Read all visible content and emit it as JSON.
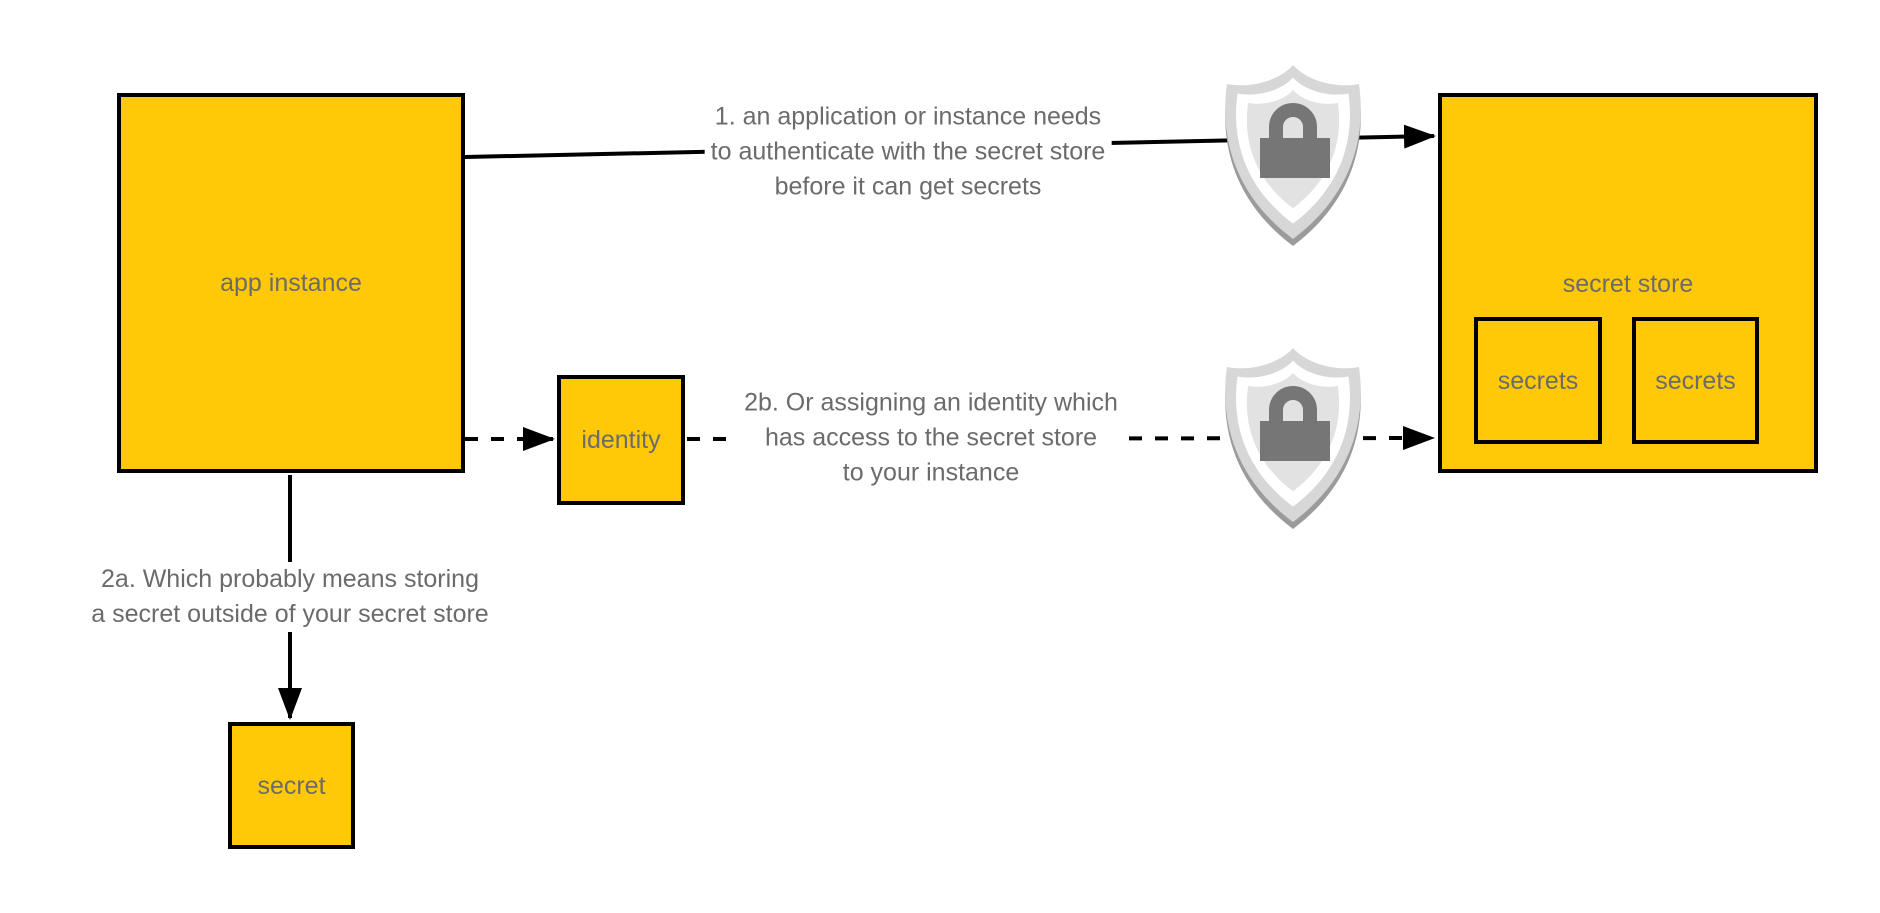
{
  "colors": {
    "background": "#FFFFFF",
    "box_fill": "#FFC907",
    "box_border": "#000000",
    "connector": "#000000",
    "label_text": "#6B6B6B",
    "shield_outer": "#D7D7D7",
    "shield_ring": "#FFFFFF",
    "shield_inner": "#E2E2E2",
    "shield_shadow": "#9B9B9B",
    "lock": "#767676"
  },
  "nodes": {
    "app_instance": {
      "label": "app instance"
    },
    "secret_store": {
      "label": "secret store"
    },
    "secrets_1": {
      "label": "secrets"
    },
    "secrets_2": {
      "label": "secrets"
    },
    "identity": {
      "label": "identity"
    },
    "secret": {
      "label": "secret"
    }
  },
  "annotations": {
    "step1": {
      "lines": [
        "1. an application or instance needs",
        "to authenticate with the secret store",
        "before it can get secrets"
      ]
    },
    "step2a": {
      "lines": [
        "2a. Which probably means storing",
        "a secret outside of your secret store"
      ]
    },
    "step2b": {
      "lines": [
        "2b. Or assigning an identity which",
        "has access to the secret store",
        "to your instance"
      ]
    }
  },
  "icons": {
    "shield_lock": "shield-lock"
  }
}
